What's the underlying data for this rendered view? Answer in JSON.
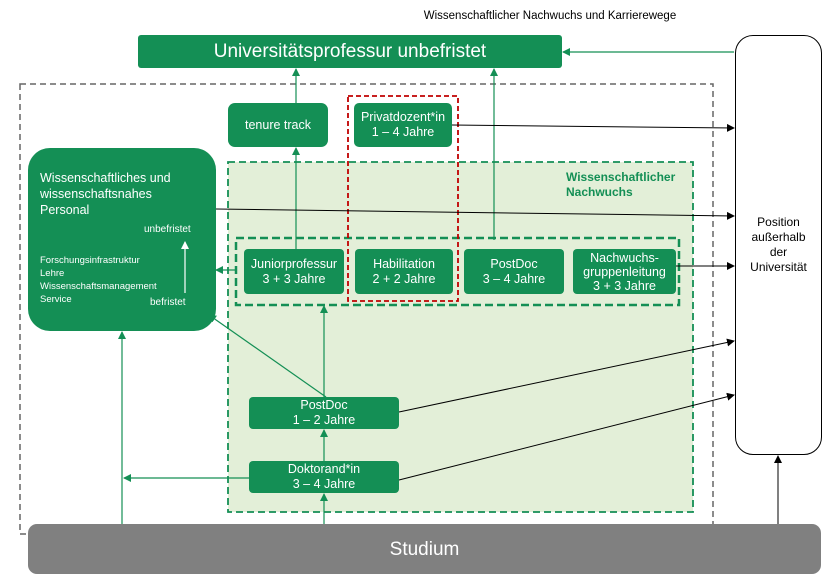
{
  "title": "Wissenschaftlicher Nachwuchs und Karrierewege",
  "nodes": {
    "professor": "Universitätsprofessur unbefristet",
    "tenure_track": "tenure track",
    "privatdozent": {
      "line1": "Privatdozent*in",
      "line2": "1 – 4 Jahre"
    },
    "personal": {
      "title": "Wissenschaftliches und wissenschaftsnahes Personal",
      "unbefristet": "unbefristet",
      "befristet": "befristet",
      "items": [
        "Forschungsinfrastruktur",
        "Lehre",
        "Wissenschaftsmanagement",
        "Service"
      ]
    },
    "juniorprofessur": {
      "line1": "Juniorprofessur",
      "line2": "3 + 3 Jahre"
    },
    "habilitation": {
      "line1": "Habilitation",
      "line2": "2 + 2 Jahre"
    },
    "postdoc_upper": {
      "line1": "PostDoc",
      "line2": "3 – 4 Jahre"
    },
    "nachwuchsgruppe": {
      "line1": "Nachwuchs-",
      "line2": "gruppenleitung",
      "line3": "3 + 3 Jahre"
    },
    "postdoc_lower": {
      "line1": "PostDoc",
      "line2": "1 – 2 Jahre"
    },
    "doktorand": {
      "line1": "Doktorand*in",
      "line2": "3 – 4 Jahre"
    },
    "studium": "Studium",
    "position": {
      "line1": "Position",
      "line2": "außerhalb",
      "line3": "der",
      "line4": "Universität"
    },
    "nachwuchs_label": {
      "line1": "Wissenschaftlicher",
      "line2": "Nachwuchs"
    }
  },
  "colors": {
    "green": "#148f55",
    "light_green": "#e3efd8",
    "gray": "#808080",
    "red_dashed": "#c00000",
    "black": "#000000"
  }
}
